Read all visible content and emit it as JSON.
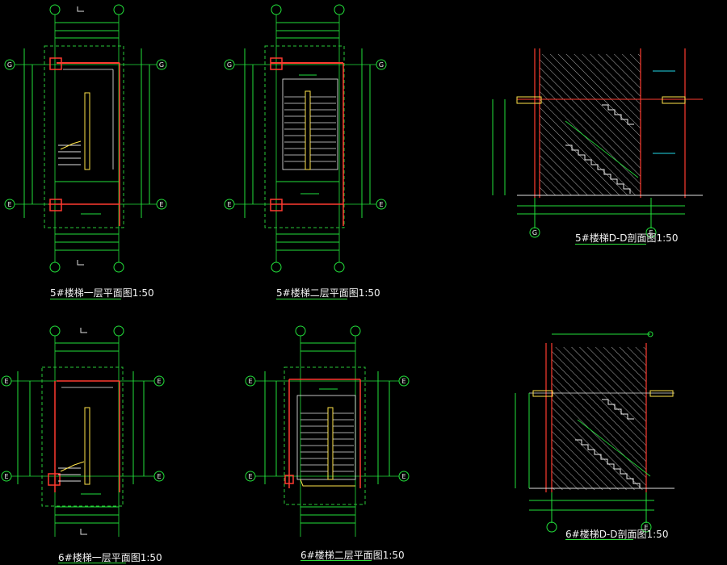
{
  "drawing": {
    "background": "#000000",
    "colors": {
      "axis": "#22e03a",
      "wall": "#ff3b30",
      "dim": "#20e040",
      "stair": "#ffe34a",
      "hatch": "#e0e0e0",
      "text": "#f0f0f0",
      "dash": "#28c838",
      "cyan": "#22d8e8"
    },
    "titles": {
      "t1": "5#楼梯一层平面图1:50",
      "t2": "5#楼梯二层平面图1:50",
      "t3": "5#楼梯D-D剖面图1:50",
      "t4": "6#楼梯一层平面图1:50",
      "t5": "6#楼梯二层平面图1:50",
      "t6": "6#楼梯D-D剖面图1:50"
    },
    "axis_labels": {
      "g": "G",
      "e": "E"
    }
  }
}
